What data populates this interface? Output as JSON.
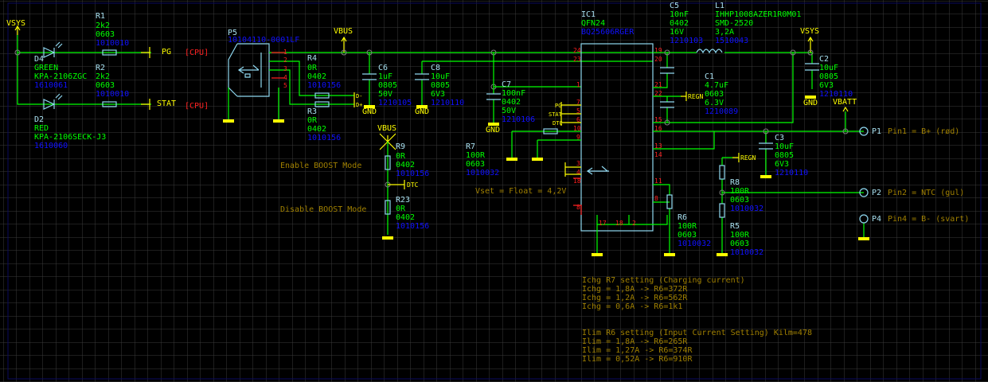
{
  "nets": {
    "vsys_left": "VSYS",
    "vbus_top": "VBUS",
    "vbus_boost": "VBUS",
    "vsys_right": "VSYS",
    "vbatt": "VBATT",
    "pg": "PG",
    "stat": "STAT",
    "cpu1": "[CPU]",
    "cpu2": "[CPU]",
    "gnd": "GND",
    "dtc": "DTC",
    "regn": "REGN",
    "d_minus": "D-",
    "d_plus": "D+",
    "pg_ic": "PG",
    "stat_ic": "STAT",
    "dtc_ic": "DTC"
  },
  "components": {
    "R1": [
      "R1",
      "2k2",
      "0603",
      "1010010"
    ],
    "R2": [
      "R2",
      "2k2",
      "0603",
      "1010010"
    ],
    "D4": [
      "D4",
      "GREEN",
      "KPA-2106ZGC",
      "1610061"
    ],
    "D2": [
      "D2",
      "RED",
      "KPA-2106SECK-J3",
      "1610060"
    ],
    "P5": [
      "P5",
      "10104110-0001LF"
    ],
    "R4": [
      "R4",
      "0R",
      "0402",
      "1010156"
    ],
    "R3": [
      "R3",
      "0R",
      "0402",
      "1010156"
    ],
    "C6": [
      "C6",
      "1uF",
      "0805",
      "50V",
      "1210105"
    ],
    "C8": [
      "C8",
      "10uF",
      "0805",
      "6V3",
      "1210110"
    ],
    "C7": [
      "C7",
      "100nF",
      "0402",
      "50V",
      "1210106"
    ],
    "IC1": [
      "IC1",
      "QFN24",
      "BQ25606RGER"
    ],
    "C5": [
      "C5",
      "10nF",
      "0402",
      "16V",
      "1210103"
    ],
    "L1": [
      "L1",
      "IHHP1008AZER1R0M01",
      "SMD-2520",
      "3,2A",
      "1510043"
    ],
    "C1": [
      "C1",
      "4.7uF",
      "0603",
      "6.3V",
      "1210089"
    ],
    "C2": [
      "C2",
      "10uF",
      "0805",
      "6V3",
      "1210110"
    ],
    "C3": [
      "C3",
      "10uF",
      "0805",
      "6V3",
      "1210110"
    ],
    "R7": [
      "R7",
      "100R",
      "0603",
      "1010032"
    ],
    "R9": [
      "R9",
      "0R",
      "0402",
      "1010156"
    ],
    "R23": [
      "R23",
      "0R",
      "0402",
      "1010156"
    ],
    "R8": [
      "R8",
      "100R",
      "0603",
      "1010032"
    ],
    "R5": [
      "R5",
      "100R",
      "0603",
      "1010032"
    ],
    "R6": [
      "R6",
      "100R",
      "0603",
      "1010032"
    ]
  },
  "ports": [
    {
      "id": "P1",
      "desc": "Pin1 = B+ (rød)"
    },
    {
      "id": "P2",
      "desc": "Pin2 = NTC (gul)"
    },
    {
      "id": "P4",
      "desc": "Pin4 = B- (svart)"
    }
  ],
  "pins": {
    "p5": [
      "1",
      "2",
      "3",
      "4",
      "5"
    ],
    "ic_left": [
      "24",
      "23",
      "1",
      "7",
      "5",
      "6",
      "10",
      "9",
      "3",
      "4",
      "18",
      "8"
    ],
    "ic_right": [
      "19",
      "20",
      "21",
      "22",
      "15",
      "16",
      "13",
      "14",
      "11",
      "8"
    ],
    "ic_bottom": [
      "17",
      "18",
      "2"
    ]
  },
  "notes": {
    "enable_boost": "Enable BOOST Mode",
    "disable_boost": "Disable BOOST Mode",
    "vset": "Vset = Float = 4,2V",
    "ichg": [
      "Ichg R7 setting (Charging current)",
      "Ichg = 1,8A -> R6=372R",
      "Ichg = 1,2A -> R6=562R",
      "Ichg = 0,6A -> R6=1k1"
    ],
    "ilim": [
      "Ilim R6 setting (Input Current Setting) Kilm=478",
      "Ilim = 1,8A -> R6=265R",
      "Ilim = 1,27A -> R6=374R",
      "Ilim = 0,52A -> R6=910R"
    ]
  },
  "colors": {
    "background": "#000000",
    "grid": "#3a3a3a",
    "wire": "#00ff00",
    "symbol": "#8fd8f0",
    "net_label": "#ffff00",
    "part_number": "#1010ff",
    "pin_number": "#ff2020",
    "note": "#a08000"
  }
}
